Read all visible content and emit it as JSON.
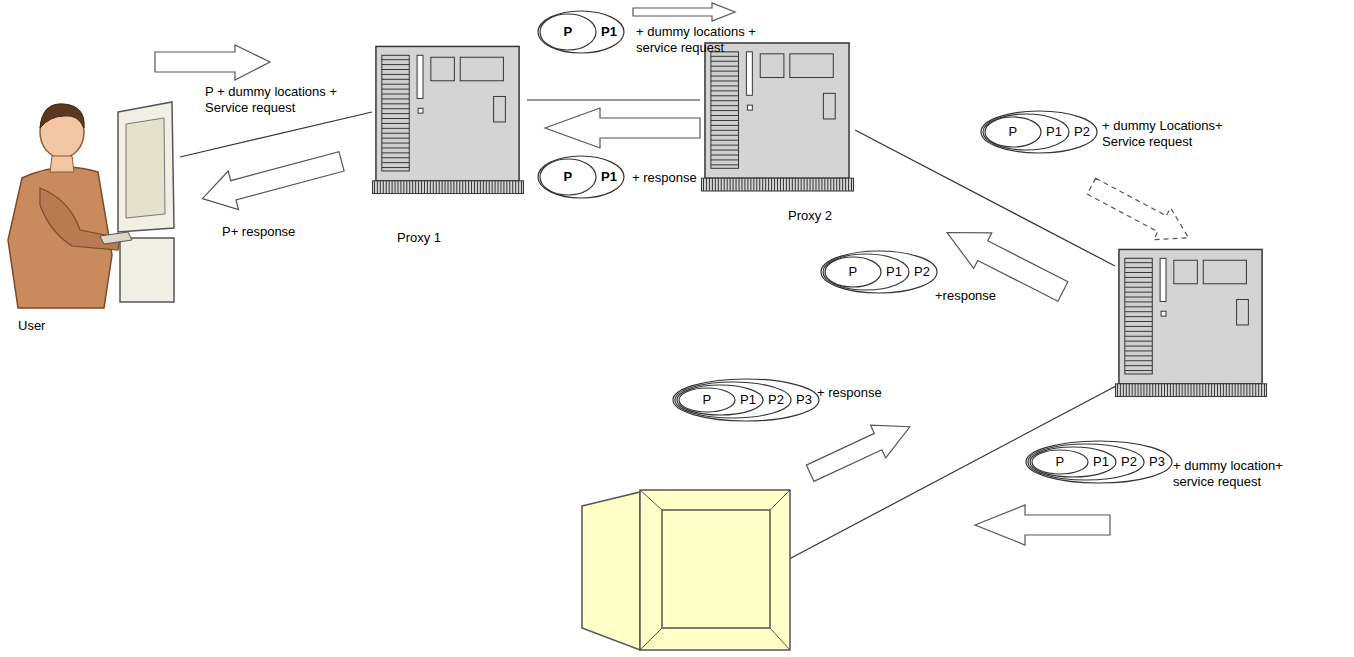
{
  "diagram": {
    "nodes": [
      {
        "text": [
          "User"
        ]
      },
      {
        "text": [
          "Proxy 1"
        ]
      },
      {
        "text": [
          "P1"
        ]
      },
      {
        "text": [
          "P"
        ],
        "in": 2
      },
      {
        "text": [
          "P1"
        ]
      },
      {
        "text": [
          "P"
        ],
        "in": 4
      },
      {
        "text": [
          "Proxy 2"
        ]
      },
      {
        "text": [
          "P2"
        ]
      },
      {
        "text": [
          "P1"
        ],
        "in": 7
      },
      {
        "text": [
          "P"
        ],
        "in": 8
      },
      {
        "text": [
          "P2"
        ]
      },
      {
        "text": [
          "P1"
        ],
        "in": 10
      },
      {
        "text": [
          "P"
        ],
        "in": 11
      },
      {
        "text": [
          "P3"
        ]
      },
      {
        "text": [
          "P2"
        ],
        "in": 13
      },
      {
        "text": [
          "P1"
        ],
        "in": 14
      },
      {
        "text": [
          "P"
        ],
        "in": 15
      },
      {
        "text": [
          "P3"
        ]
      },
      {
        "text": [
          "P2"
        ],
        "in": 17
      },
      {
        "text": [
          "P1"
        ],
        "in": 18
      },
      {
        "text": [
          "P"
        ],
        "in": 19
      }
    ],
    "edges": [
      {
        "from": 0,
        "to": 1,
        "arrow": "none"
      },
      {
        "from": 1,
        "to": 6,
        "arrow": "none"
      }
    ],
    "labels": [
      "P + dummy locations + Service request",
      "P+ response",
      "+ dummy locations + service request",
      "+ response",
      "+ dummy Locations+ Service request",
      "+response",
      "+ response",
      "+ dummy location+ service request"
    ]
  }
}
